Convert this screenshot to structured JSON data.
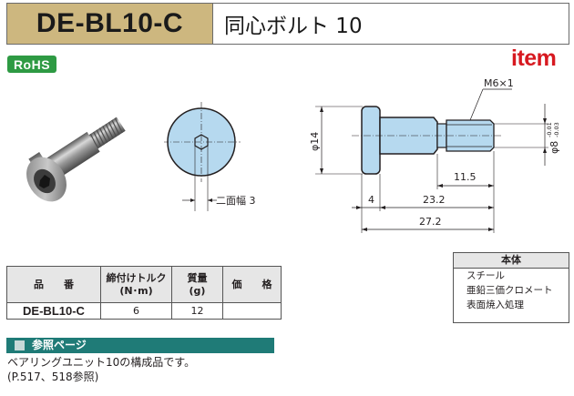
{
  "header": {
    "code": "DE-BL10-C",
    "name": "同心ボルト 10"
  },
  "badges": {
    "rohs": "RoHS"
  },
  "brand": {
    "logo": "item"
  },
  "drawing": {
    "thread": "M6×1",
    "head_dia": "φ14",
    "shaft_dia": "φ8",
    "shaft_tol_upper": "-0.01",
    "shaft_tol_lower": "-0.03",
    "across_flats": "二面幅 3",
    "dim_head": "4",
    "dim_shaft": "23.2",
    "dim_thread": "11.5",
    "dim_total": "27.2"
  },
  "spec_table": {
    "headers": [
      "品　　番",
      "締付けトルク\n(N･m)",
      "質量\n(g)",
      "価　　格"
    ],
    "row": {
      "code": "DE-BL10-C",
      "torque": "6",
      "mass": "12",
      "price": ""
    }
  },
  "material": {
    "title": "本体",
    "lines": [
      "スチール",
      "亜鉛三価クロメート",
      "表面焼入処理"
    ]
  },
  "reference": {
    "title": "参照ページ",
    "text1": "ベアリングユニット10の構成品です。",
    "text2": "(P.517、518参照)"
  },
  "colors": {
    "header_accent": "#cdb77f",
    "rohs": "#2e9a43",
    "logo": "#d71920",
    "ref_bar": "#1f7b77",
    "part_fill": "#b6d9ef"
  }
}
